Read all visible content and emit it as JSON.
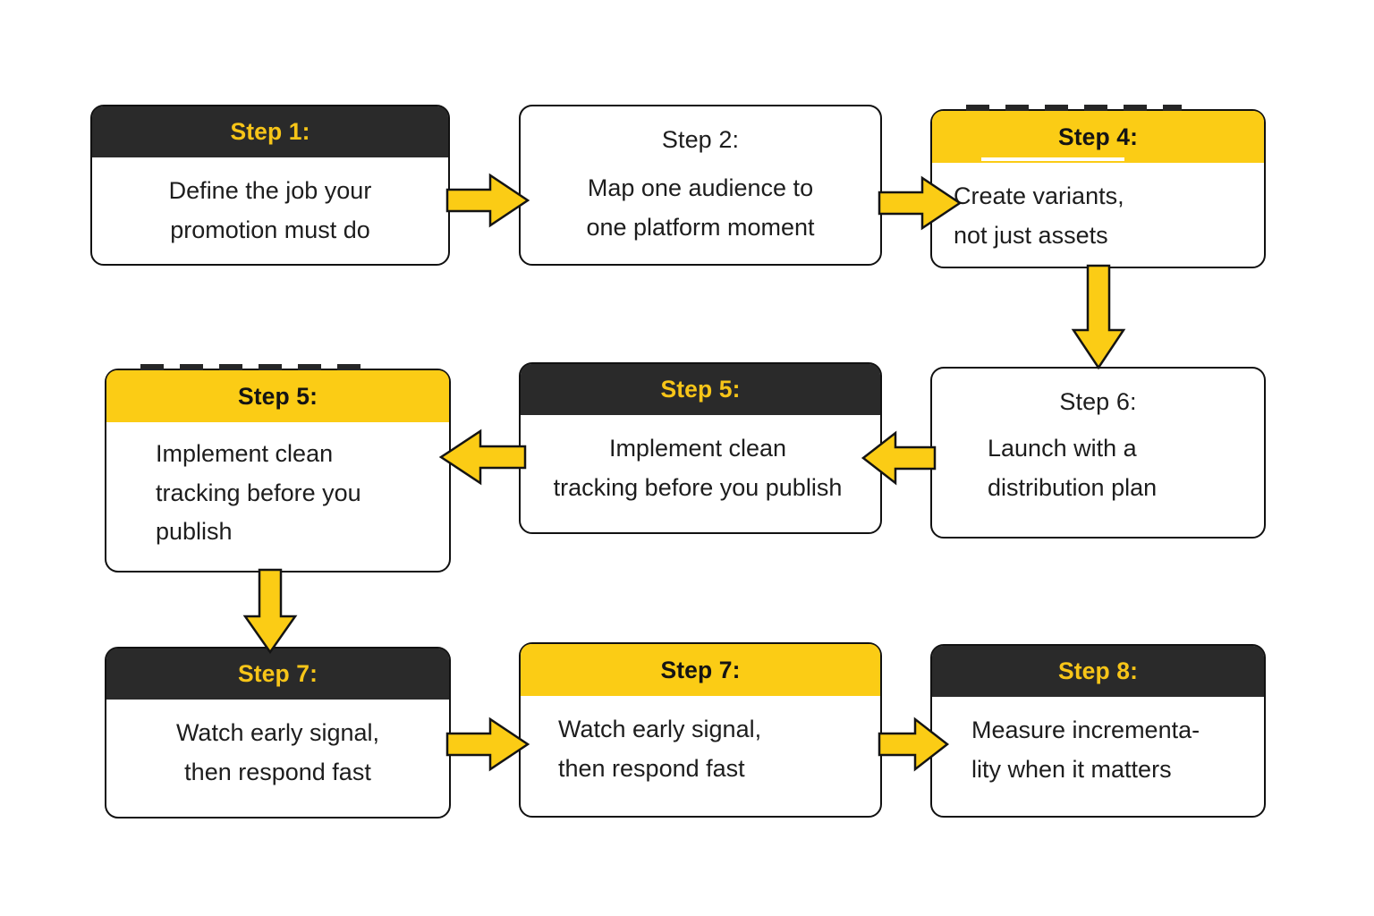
{
  "diagram": {
    "title_visible": false,
    "background_color": "#ffffff",
    "accent_yellow": "#fbcc15",
    "dark_header": "#2a2a2a",
    "header_yellow_text": "#f7c518",
    "body_text_color": "#1d1d1d",
    "border_color": "#111111"
  },
  "nodes": [
    {
      "id": "step1",
      "title": "Step 1:",
      "body": "Define the job your\npromotion must do",
      "header_style": "dark",
      "body_align": "center",
      "has_dash_artifact": false,
      "has_white_underline": false
    },
    {
      "id": "step2",
      "title": "Step 2:",
      "body": "Map one audience to\none platform moment",
      "header_style": "plain",
      "body_align": "center",
      "has_dash_artifact": false,
      "has_white_underline": false
    },
    {
      "id": "step4",
      "title": "Step 4:",
      "body": "Create variants,\nnot just assets",
      "header_style": "yellow",
      "body_align": "left",
      "has_dash_artifact": true,
      "has_white_underline": true
    },
    {
      "id": "step5_left",
      "title": "Step 5:",
      "body": "Implement clean\ntracking before you\npublish",
      "header_style": "yellow",
      "body_align": "left",
      "has_dash_artifact": true,
      "has_white_underline": false
    },
    {
      "id": "step5_mid",
      "title": "Step 5:",
      "body": "Implement clean\ntracking before you publish",
      "header_style": "dark",
      "body_align": "center",
      "has_dash_artifact": false,
      "has_white_underline": false
    },
    {
      "id": "step6",
      "title": "Step 6:",
      "body": "Launch with a\ndistribution plan",
      "header_style": "plain",
      "body_align": "left",
      "has_dash_artifact": false,
      "has_white_underline": false
    },
    {
      "id": "step7_left",
      "title": "Step 7:",
      "body": "Watch early signal,\nthen respond fast",
      "header_style": "dark",
      "body_align": "center",
      "has_dash_artifact": false,
      "has_white_underline": false
    },
    {
      "id": "step7_mid",
      "title": "Step 7:",
      "body": "Watch early signal,\nthen respond fast",
      "header_style": "yellow",
      "body_align": "left",
      "has_dash_artifact": false,
      "has_white_underline": false
    },
    {
      "id": "step8",
      "title": "Step 8:",
      "body": "Measure incrementa-\nlity when it matters",
      "header_style": "dark",
      "body_align": "left",
      "has_dash_artifact": false,
      "has_white_underline": false
    }
  ],
  "connectors": [
    {
      "id": "step1-to-step2",
      "direction": "right"
    },
    {
      "id": "step2-to-step4",
      "direction": "right"
    },
    {
      "id": "step4-to-step6",
      "direction": "down"
    },
    {
      "id": "step6-to-step5mid",
      "direction": "left"
    },
    {
      "id": "step5mid-to-step5left",
      "direction": "left"
    },
    {
      "id": "step5left-to-step7left",
      "direction": "down"
    },
    {
      "id": "step7left-to-step7mid",
      "direction": "right"
    },
    {
      "id": "step7mid-to-step8",
      "direction": "right"
    }
  ]
}
